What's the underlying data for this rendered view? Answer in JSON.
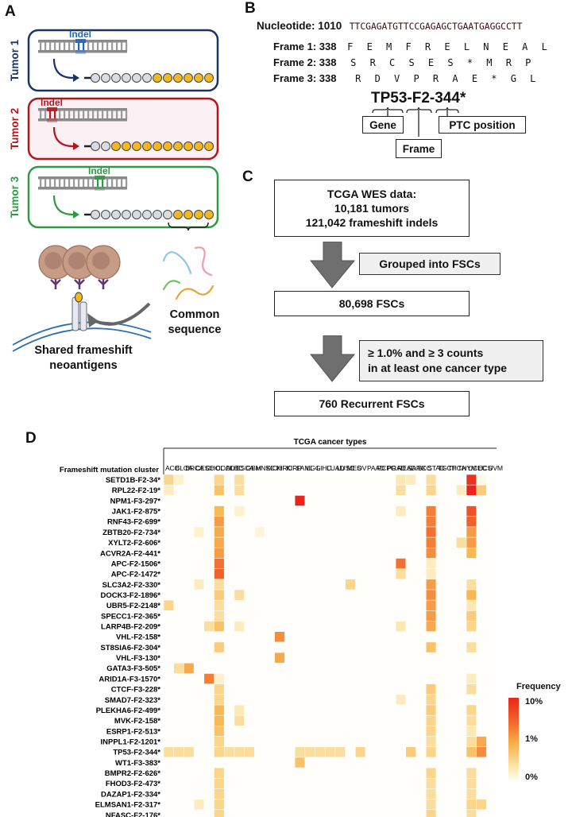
{
  "panel_a": {
    "label": "A",
    "tumors": [
      {
        "name": "Tumor 1",
        "indel": "Indel",
        "color": "#1b3366",
        "indel_color": "#1f66c8",
        "fill": "#ffffff",
        "pos": 8,
        "filled_from": 6
      },
      {
        "name": "Tumor 2",
        "indel": "Indel",
        "color": "#b4151b",
        "indel_color": "#c0151b",
        "fill": "#fbf1f4",
        "pos": 2,
        "filled_from": 2
      },
      {
        "name": "Tumor 3",
        "indel": "Indel",
        "color": "#2f9a44",
        "indel_color": "#2f9a44",
        "fill": "#ffffff",
        "pos": 12,
        "filled_from": 8
      }
    ],
    "common_sequence": "Common\nsequence",
    "shared": "Shared frameshift\nneoantigens"
  },
  "panel_b": {
    "label": "B",
    "nucleotide_label": "Nucleotide: 1010",
    "sequence": "TTCGAGATGTTCCGAGAGCTGAATGAGGCCTT",
    "frames": [
      {
        "label": "Frame 1: 338",
        "aa": "F E M F R E L N E A L"
      },
      {
        "label": "Frame 2: 338",
        "aa": "S R C S E S * M R P"
      },
      {
        "label": "Frame 3: 338",
        "aa": "R D V P R A E * G L"
      }
    ],
    "example": "TP53-F2-344*",
    "parts": {
      "gene": "Gene",
      "frame": "Frame",
      "ptc": "PTC position"
    }
  },
  "panel_c": {
    "label": "C",
    "box1": "TCGA WES data:\n10,181 tumors\n121,042 frameshift indels",
    "step1": "Grouped into FSCs",
    "box2": "80,698 FSCs",
    "step2": "≥ 1.0% and ≥ 3 counts\nin at least one cancer type",
    "box3": "760 Recurrent FSCs"
  },
  "panel_d": {
    "label": "D",
    "legend_title": "Frequency",
    "legend_ticks": [
      "10%",
      "1%",
      "0%"
    ]
  },
  "chart_data": {
    "type": "heatmap",
    "title": "TCGA cancer types",
    "ylabel": "Frameshift mutation cluster",
    "x": [
      "ACC",
      "BLCA",
      "BRCA",
      "CESC",
      "CHOL",
      "COAD",
      "DLBC",
      "ESCA",
      "GBM",
      "HNSC",
      "KICH",
      "KIRC",
      "KIRP",
      "LAML",
      "LGG",
      "LIHC",
      "LUAD",
      "LUSC",
      "MES",
      "OV",
      "PAAD",
      "PCPG",
      "PRAD",
      "READ",
      "SARC",
      "SKC",
      "STAD",
      "TGCT",
      "THCA",
      "THYM",
      "UCEC",
      "UCS",
      "UVM"
    ],
    "y": [
      "SETD1B-F2-34*",
      "RPL22-F2-19*",
      "NPM1-F3-297*",
      "JAK1-F2-875*",
      "RNF43-F2-699*",
      "ZBTB20-F2-734*",
      "XYLT2-F2-606*",
      "ACVR2A-F2-441*",
      "APC-F2-1506*",
      "APC-F2-1472*",
      "SLC3A2-F2-330*",
      "DOCK3-F2-1896*",
      "UBR5-F2-2148*",
      "SPECC1-F2-365*",
      "LARP4B-F2-209*",
      "VHL-F2-158*",
      "ST8SIA6-F2-304*",
      "VHL-F3-130*",
      "GATA3-F3-505*",
      "ARID1A-F3-1570*",
      "CTCF-F3-228*",
      "SMAD7-F2-323*",
      "PLEKHA6-F2-499*",
      "MVK-F2-158*",
      "ESRP1-F2-513*",
      "INPPL1-F2-1201*",
      "TP53-F2-344*",
      "WT1-F3-383*",
      "BMPR2-F2-626*",
      "FHOD3-F2-473*",
      "DAZAP1-F2-334*",
      "ELMSAN1-F2-317*",
      "NFASC-F2-176*"
    ],
    "scale": "log",
    "range": [
      "0%",
      "10%"
    ],
    "cells": [
      [
        0,
        0,
        0.35
      ],
      [
        0,
        1,
        0.15
      ],
      [
        0,
        5,
        0.35
      ],
      [
        0,
        7,
        0.3
      ],
      [
        0,
        23,
        0.25
      ],
      [
        0,
        24,
        0.2
      ],
      [
        0,
        26,
        0.3
      ],
      [
        0,
        30,
        0.95
      ],
      [
        0,
        31,
        0.05
      ],
      [
        1,
        0,
        0.2
      ],
      [
        1,
        5,
        0.45
      ],
      [
        1,
        7,
        0.3
      ],
      [
        1,
        23,
        0.3
      ],
      [
        1,
        26,
        0.35
      ],
      [
        1,
        29,
        0.2
      ],
      [
        1,
        30,
        1.0
      ],
      [
        1,
        31,
        0.4
      ],
      [
        2,
        13,
        1.0
      ],
      [
        3,
        5,
        0.5
      ],
      [
        3,
        7,
        0.15
      ],
      [
        3,
        23,
        0.2
      ],
      [
        3,
        26,
        0.7
      ],
      [
        3,
        30,
        0.85
      ],
      [
        4,
        5,
        0.6
      ],
      [
        4,
        26,
        0.7
      ],
      [
        4,
        30,
        0.8
      ],
      [
        5,
        3,
        0.15
      ],
      [
        5,
        5,
        0.55
      ],
      [
        5,
        9,
        0.1
      ],
      [
        5,
        26,
        0.75
      ],
      [
        5,
        30,
        0.6
      ],
      [
        6,
        5,
        0.55
      ],
      [
        6,
        26,
        0.7
      ],
      [
        6,
        29,
        0.3
      ],
      [
        6,
        30,
        0.6
      ],
      [
        7,
        5,
        0.6
      ],
      [
        7,
        26,
        0.65
      ],
      [
        7,
        30,
        0.5
      ],
      [
        8,
        5,
        0.75
      ],
      [
        8,
        23,
        0.75
      ],
      [
        8,
        26,
        0.2
      ],
      [
        9,
        5,
        0.8
      ],
      [
        9,
        23,
        0.3
      ],
      [
        9,
        26,
        0.2
      ],
      [
        10,
        3,
        0.2
      ],
      [
        10,
        5,
        0.3
      ],
      [
        10,
        18,
        0.35
      ],
      [
        10,
        26,
        0.6
      ],
      [
        10,
        30,
        0.3
      ],
      [
        11,
        5,
        0.4
      ],
      [
        11,
        7,
        0.3
      ],
      [
        11,
        26,
        0.65
      ],
      [
        11,
        30,
        0.5
      ],
      [
        12,
        0,
        0.35
      ],
      [
        12,
        5,
        0.3
      ],
      [
        12,
        26,
        0.6
      ],
      [
        12,
        30,
        0.25
      ],
      [
        13,
        5,
        0.3
      ],
      [
        13,
        26,
        0.6
      ],
      [
        13,
        30,
        0.4
      ],
      [
        14,
        4,
        0.3
      ],
      [
        14,
        5,
        0.45
      ],
      [
        14,
        7,
        0.2
      ],
      [
        14,
        23,
        0.25
      ],
      [
        14,
        26,
        0.55
      ],
      [
        14,
        30,
        0.35
      ],
      [
        15,
        11,
        0.65
      ],
      [
        16,
        5,
        0.4
      ],
      [
        16,
        26,
        0.45
      ],
      [
        16,
        30,
        0.3
      ],
      [
        17,
        11,
        0.55
      ],
      [
        18,
        1,
        0.3
      ],
      [
        18,
        2,
        0.55
      ],
      [
        19,
        4,
        0.7
      ],
      [
        19,
        5,
        0.15
      ],
      [
        19,
        30,
        0.2
      ],
      [
        20,
        5,
        0.35
      ],
      [
        20,
        26,
        0.4
      ],
      [
        20,
        30,
        0.3
      ],
      [
        21,
        5,
        0.35
      ],
      [
        21,
        23,
        0.2
      ],
      [
        21,
        26,
        0.35
      ],
      [
        22,
        5,
        0.5
      ],
      [
        22,
        7,
        0.25
      ],
      [
        22,
        26,
        0.4
      ],
      [
        22,
        30,
        0.35
      ],
      [
        23,
        5,
        0.5
      ],
      [
        23,
        7,
        0.3
      ],
      [
        23,
        26,
        0.35
      ],
      [
        23,
        30,
        0.3
      ],
      [
        24,
        5,
        0.45
      ],
      [
        24,
        26,
        0.35
      ],
      [
        24,
        30,
        0.25
      ],
      [
        25,
        5,
        0.35
      ],
      [
        25,
        26,
        0.3
      ],
      [
        25,
        30,
        0.3
      ],
      [
        25,
        31,
        0.55
      ],
      [
        26,
        0,
        0.3
      ],
      [
        26,
        1,
        0.3
      ],
      [
        26,
        2,
        0.3
      ],
      [
        26,
        5,
        0.35
      ],
      [
        26,
        6,
        0.3
      ],
      [
        26,
        7,
        0.3
      ],
      [
        26,
        8,
        0.3
      ],
      [
        26,
        13,
        0.3
      ],
      [
        26,
        14,
        0.3
      ],
      [
        26,
        15,
        0.3
      ],
      [
        26,
        16,
        0.3
      ],
      [
        26,
        17,
        0.3
      ],
      [
        26,
        19,
        0.35
      ],
      [
        26,
        24,
        0.4
      ],
      [
        26,
        26,
        0.35
      ],
      [
        26,
        30,
        0.45
      ],
      [
        26,
        31,
        0.65
      ],
      [
        27,
        13,
        0.45
      ],
      [
        28,
        5,
        0.35
      ],
      [
        28,
        26,
        0.35
      ],
      [
        28,
        30,
        0.3
      ],
      [
        29,
        5,
        0.35
      ],
      [
        29,
        26,
        0.3
      ],
      [
        29,
        30,
        0.3
      ],
      [
        30,
        5,
        0.35
      ],
      [
        30,
        26,
        0.3
      ],
      [
        30,
        30,
        0.3
      ],
      [
        31,
        3,
        0.2
      ],
      [
        31,
        5,
        0.35
      ],
      [
        31,
        26,
        0.3
      ],
      [
        31,
        30,
        0.35
      ],
      [
        31,
        31,
        0.35
      ],
      [
        32,
        5,
        0.35
      ],
      [
        32,
        26,
        0.35
      ],
      [
        32,
        30,
        0.3
      ]
    ]
  }
}
